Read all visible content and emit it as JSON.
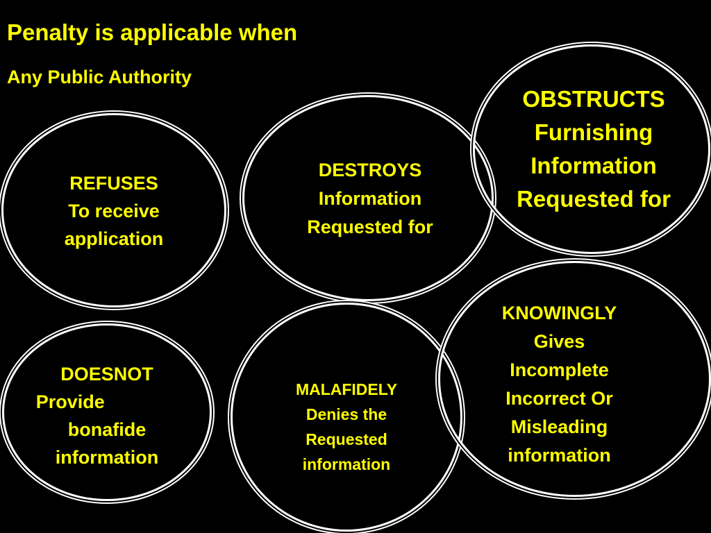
{
  "slide": {
    "title": "Penalty is applicable when",
    "subtitle": "Any Public Authority"
  },
  "ovals": {
    "refuses": {
      "lines": [
        "REFUSES",
        "To receive",
        "application"
      ]
    },
    "destroys": {
      "lines": [
        "DESTROYS",
        "Information",
        "Requested for"
      ]
    },
    "obstructs": {
      "lines": [
        "OBSTRUCTS",
        "Furnishing",
        "Information",
        "Requested for"
      ]
    },
    "doesnot": {
      "lines": [
        "DOESNOT",
        "Provide",
        "bonafide",
        "information"
      ]
    },
    "malafidely": {
      "lines": [
        "MALAFIDELY",
        "Denies the",
        "Requested",
        "information"
      ]
    },
    "knowingly": {
      "lines": [
        "KNOWINGLY",
        "Gives",
        "Incomplete",
        "Incorrect Or",
        "Misleading",
        "information"
      ]
    }
  },
  "colors": {
    "background": "#000000",
    "text": "#ffff00",
    "outline": "#ffffff"
  }
}
